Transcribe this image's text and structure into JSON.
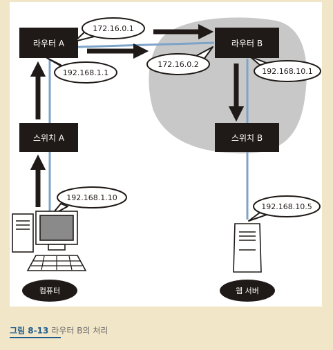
{
  "nodes": {
    "router_a": "라우터 A",
    "router_b": "라우터 B",
    "switch_a": "스위치 A",
    "switch_b": "스위치 B",
    "computer": "컴퓨터",
    "web_server": "웹 서버"
  },
  "addresses": {
    "router_a_wan": "172.16.0.1",
    "router_b_wan": "172.16.0.2",
    "router_a_lan": "192.168.1.1",
    "router_b_lan": "192.168.10.1",
    "computer_ip": "192.168.1.10",
    "server_ip": "192.168.10.5"
  },
  "caption": {
    "number": "그림 8-13",
    "text": "라우터 B의 처리"
  },
  "colors": {
    "background": "#f2e6c8",
    "panel": "#ffffff",
    "node": "#1f1a17",
    "cable": "#7ea3c9",
    "highlight": "#c8c8c8",
    "caption_accent": "#1d5c8f"
  }
}
